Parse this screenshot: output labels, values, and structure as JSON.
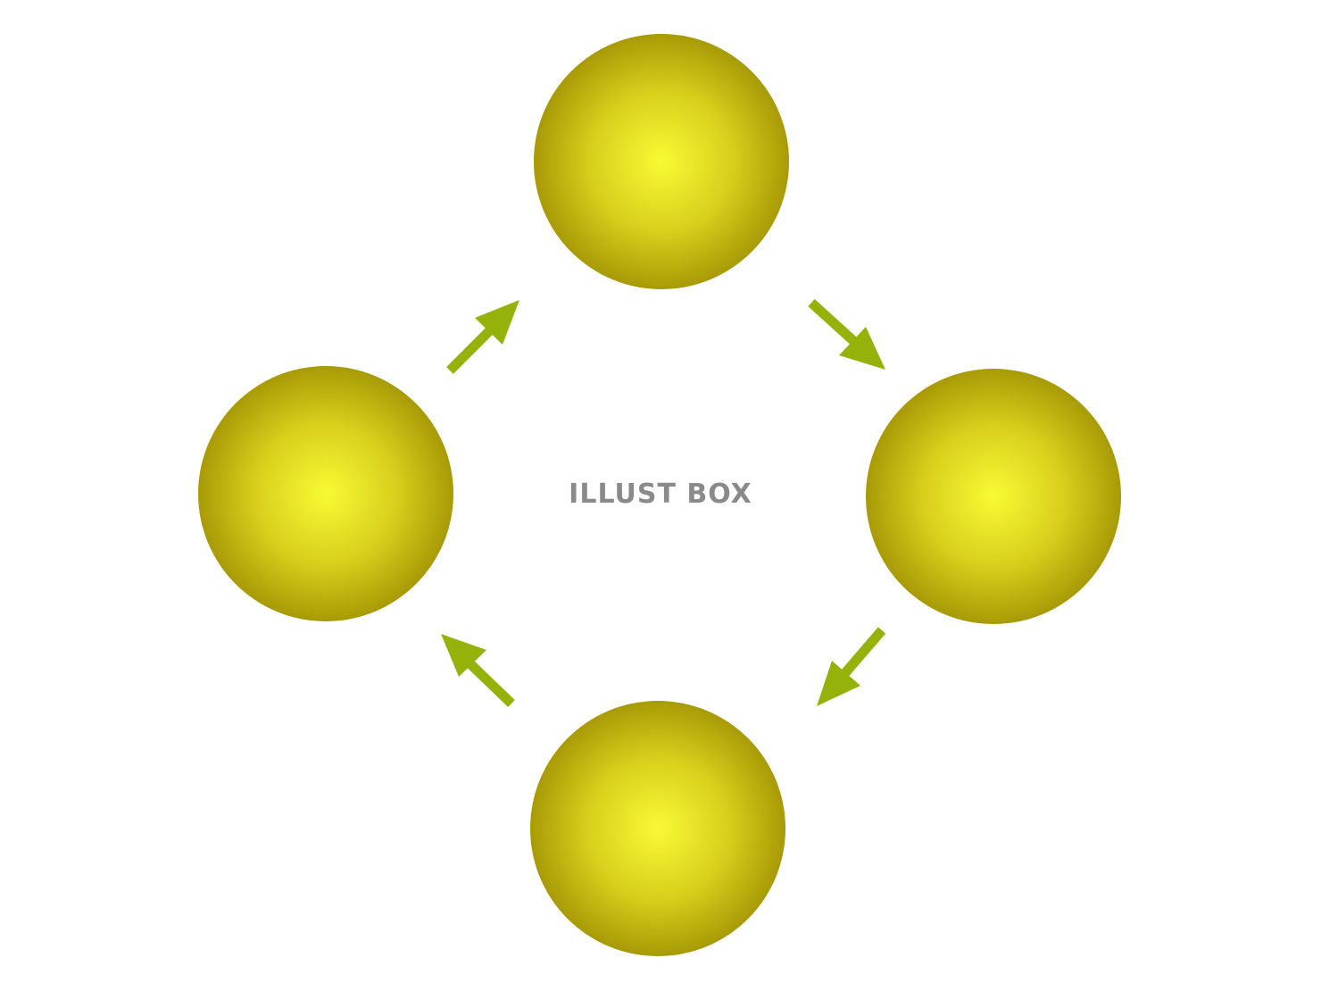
{
  "watermark": "ILLUST BOX",
  "colors": {
    "sphere_highlight": "#f8fa34",
    "sphere_mid": "#d8cf1c",
    "sphere_edge": "#a89a06",
    "arrow": "#94b20a",
    "watermark": "#8a8a8a",
    "background": "#ffffff"
  },
  "nodes": [
    {
      "name": "sphere-top",
      "label": ""
    },
    {
      "name": "sphere-right",
      "label": ""
    },
    {
      "name": "sphere-bottom",
      "label": ""
    },
    {
      "name": "sphere-left",
      "label": ""
    }
  ],
  "flow": [
    {
      "from": "sphere-top",
      "to": "sphere-right"
    },
    {
      "from": "sphere-right",
      "to": "sphere-bottom"
    },
    {
      "from": "sphere-bottom",
      "to": "sphere-left"
    },
    {
      "from": "sphere-left",
      "to": "sphere-top"
    }
  ]
}
